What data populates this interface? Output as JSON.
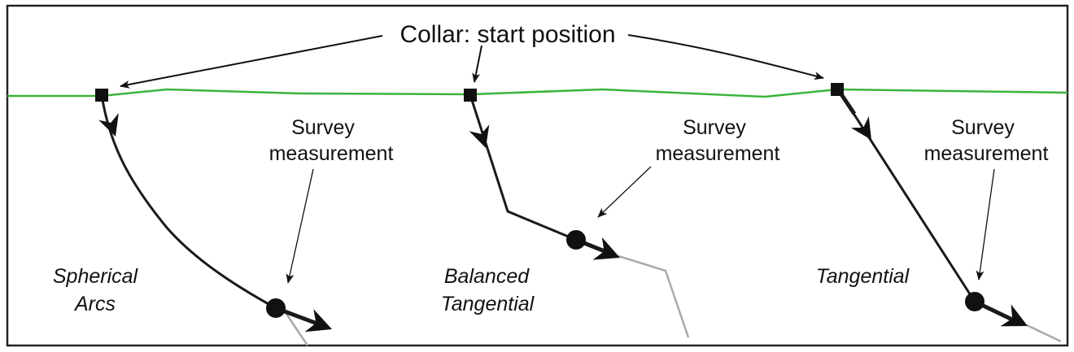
{
  "callout_title": "Collar: start position",
  "colors": {
    "frame": "#222222",
    "ground_surface": "#3cb43c",
    "borehole_path": "#1a1a1a",
    "continuation": "#aaaaaa",
    "markers": "#111111"
  },
  "panels": [
    {
      "method_lines": [
        "Spherical",
        "Arcs"
      ],
      "survey_lines": [
        "Survey",
        "measurement"
      ]
    },
    {
      "method_lines": [
        "Balanced",
        "Tangential"
      ],
      "survey_lines": [
        "Survey",
        "measurement"
      ]
    },
    {
      "method_lines": [
        "Tangential"
      ],
      "survey_lines": [
        "Survey",
        "measurement"
      ]
    }
  ]
}
